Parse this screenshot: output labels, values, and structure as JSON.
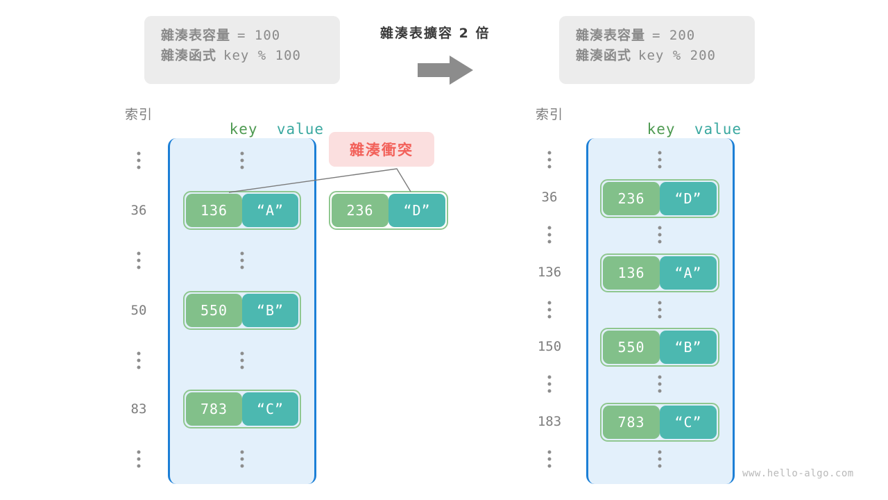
{
  "before": {
    "capacity_label": "雜湊表容量",
    "capacity_expr": "= 100",
    "function_label": "雜湊函式",
    "function_expr": "key % 100",
    "index_header": "索引",
    "kv_header_key": "key",
    "kv_header_value": "value",
    "rows": [
      {
        "type": "dots",
        "index": ""
      },
      {
        "type": "entry",
        "index": "36",
        "key": "136",
        "value": "“A”"
      },
      {
        "type": "dots",
        "index": ""
      },
      {
        "type": "entry",
        "index": "50",
        "key": "550",
        "value": "“B”"
      },
      {
        "type": "dots",
        "index": ""
      },
      {
        "type": "entry",
        "index": "83",
        "key": "783",
        "value": "“C”"
      },
      {
        "type": "dots",
        "index": ""
      }
    ],
    "collision_label": "雜湊衝突",
    "collision_entry": {
      "key": "236",
      "value": "“D”"
    }
  },
  "transition": {
    "title": "雜湊表擴容 2 倍",
    "arrow_icon": "arrow-right-icon"
  },
  "after": {
    "capacity_label": "雜湊表容量",
    "capacity_expr": "= 200",
    "function_label": "雜湊函式",
    "function_expr": "key % 200",
    "index_header": "索引",
    "kv_header_key": "key",
    "kv_header_value": "value",
    "rows": [
      {
        "type": "dots",
        "index": ""
      },
      {
        "type": "entry",
        "index": "36",
        "key": "236",
        "value": "“D”"
      },
      {
        "type": "dots",
        "index": ""
      },
      {
        "type": "entry",
        "index": "136",
        "key": "136",
        "value": "“A”"
      },
      {
        "type": "dots",
        "index": ""
      },
      {
        "type": "entry",
        "index": "150",
        "key": "550",
        "value": "“B”"
      },
      {
        "type": "dots",
        "index": ""
      },
      {
        "type": "entry",
        "index": "183",
        "key": "783",
        "value": "“C”"
      },
      {
        "type": "dots",
        "index": ""
      }
    ]
  },
  "watermark": "www.hello-algo.com",
  "colors": {
    "key_fill": "#82c08a",
    "value_fill": "#4cb8b0",
    "pair_border": "#8fc78f",
    "table_bg": "#e3f0fb",
    "table_bracket": "#1c7fd6",
    "callout_bg": "#fbdfdf",
    "callout_text": "#f2615a",
    "info_bg": "#ececec",
    "muted_text": "#8a8a8a"
  }
}
